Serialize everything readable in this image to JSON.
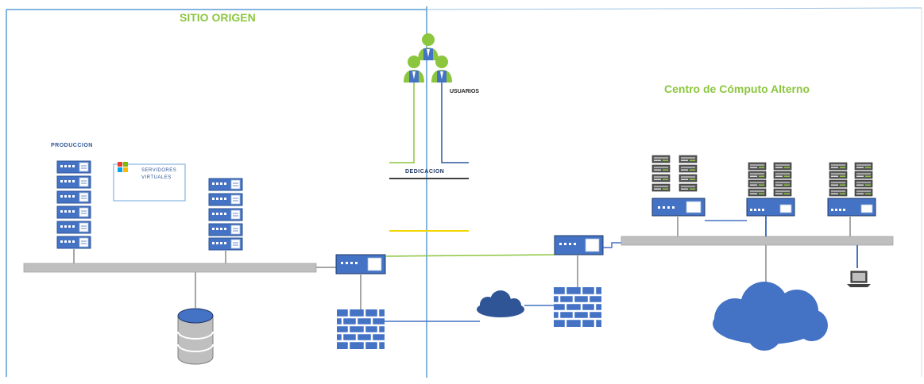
{
  "diagram": {
    "left_title": "SITIO ORIGEN",
    "right_title": "Centro de Cómputo Alterno",
    "labels": {
      "produccion": "PRODUCCION",
      "servidores_virtuales": "SERVIDORES VIRTUALES",
      "usuarios": "USUARIOS",
      "dedicacion": "DEDICACION",
      "yellow_link": "",
      "green_link": "",
      "cloud_small": "",
      "laptop": ""
    },
    "colors": {
      "green_accent": "#8cc63f",
      "blue_primary": "#2f5597",
      "blue_line": "#4472c4",
      "yellow_link": "#f2d600",
      "gray_bus": "#bfbfbf"
    }
  }
}
